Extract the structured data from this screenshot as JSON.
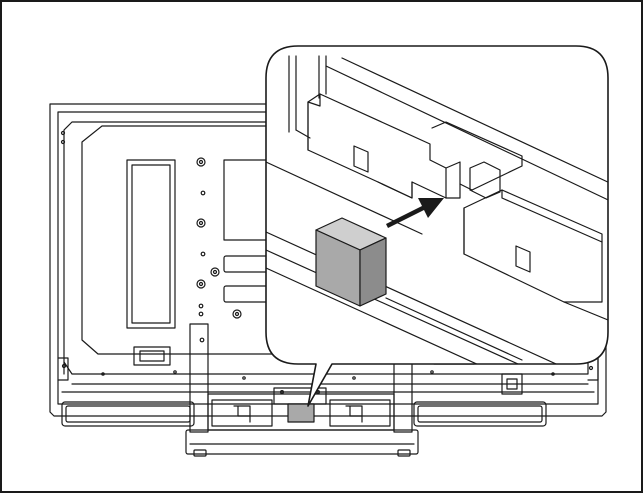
{
  "figure": {
    "subject": "tv-rear-panel",
    "callout": "magnified-view-of-connector-cover",
    "part_shape": "gray-block",
    "direction_marker": "arrow-icon",
    "colors": {
      "line": "#1a1a1a",
      "part_fill": "#a9a9a9",
      "part_top": "#cfcfcf",
      "part_side": "#8c8c8c",
      "background": "#ffffff"
    }
  }
}
